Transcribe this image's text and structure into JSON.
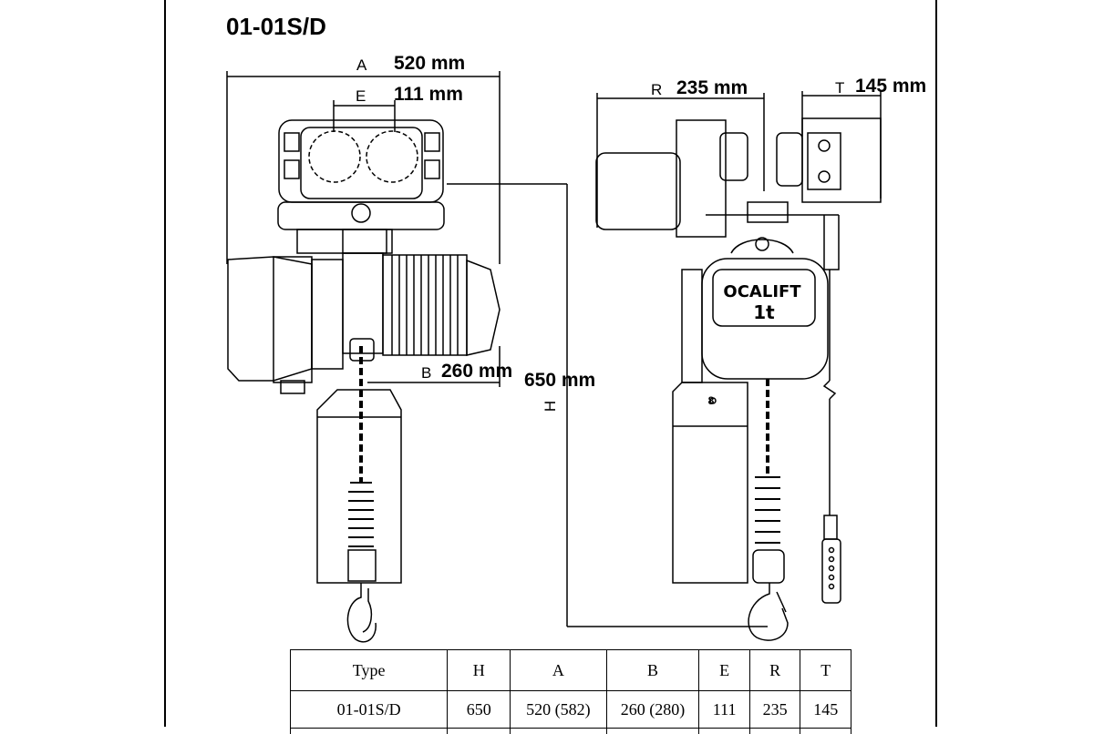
{
  "title": "01-01S/D",
  "dimensions": {
    "A": {
      "letter": "A",
      "value": "520 mm"
    },
    "E": {
      "letter": "E",
      "value": "111 mm"
    },
    "B": {
      "letter": "B",
      "value": "260 mm"
    },
    "H": {
      "letter": "H",
      "value": "650 mm"
    },
    "R": {
      "letter": "R",
      "value": "235 mm"
    },
    "T": {
      "letter": "T",
      "value": "145 mm"
    }
  },
  "hoist": {
    "brand": "OCALIFT",
    "capacity": "1t",
    "box_mark": "8"
  },
  "table": {
    "headers": [
      "Type",
      "H",
      "A",
      "B",
      "E",
      "R",
      "T"
    ],
    "rows": [
      [
        "01-01S/D",
        "650",
        "520 (582)",
        "260 (280)",
        "111",
        "235",
        "145"
      ]
    ]
  }
}
